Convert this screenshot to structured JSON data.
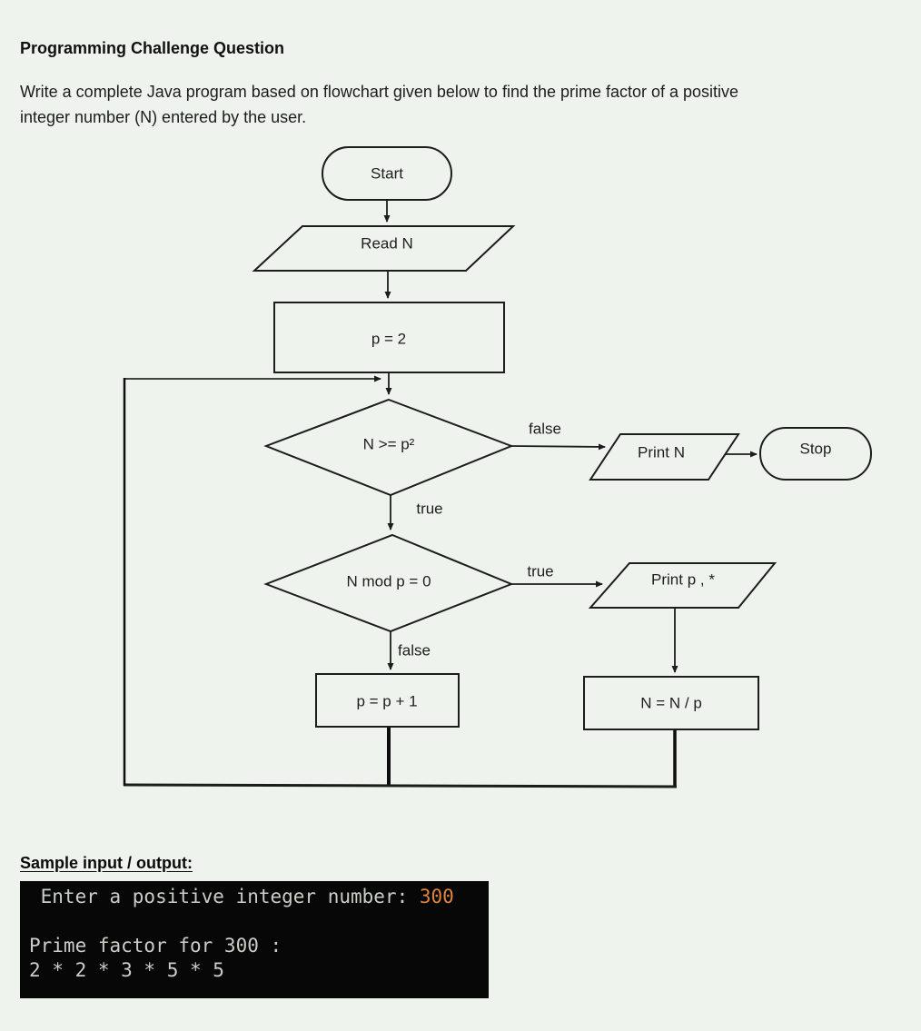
{
  "page": {
    "background_color": "#eff3ee",
    "title": "Programming Challenge Question",
    "description_lines": [
      "Write a complete Java program based on flowchart given below to find the prime factor of a positive",
      "integer number (N) entered by the user."
    ]
  },
  "flowchart": {
    "line_color": "#1c1c1c",
    "nodes": {
      "start": "Start",
      "read_n": "Read N",
      "init_p": "p = 2",
      "decision_square": "N >= p²",
      "print_n": "Print N",
      "stop": "Stop",
      "decision_mod": "N mod p = 0",
      "print_p": "Print p , *",
      "increment_p": "p = p + 1",
      "divide_n": "N = N / p"
    },
    "branch_labels": {
      "square_false": "false",
      "square_true": "true",
      "mod_true": "true",
      "mod_false": "false"
    }
  },
  "sample_output": {
    "heading": "Sample input / output:",
    "terminal": {
      "background_color": "#070707",
      "text_color": "#c9cfc7",
      "highlight_color": "#dd8540",
      "prompt_line": " Enter a positive integer number: ",
      "prompt_value": "300",
      "result_line1": "Prime factor for 300 :",
      "result_line2": "2 * 2 * 3 * 5 * 5"
    }
  }
}
